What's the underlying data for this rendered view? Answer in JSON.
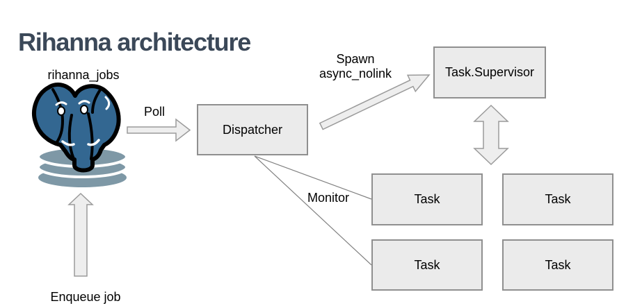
{
  "title": "Rihanna architecture",
  "diagram": {
    "database": {
      "label": "rihanna_jobs"
    },
    "dispatcher": {
      "label": "Dispatcher"
    },
    "supervisor": {
      "label": "Task.Supervisor"
    },
    "tasks": [
      {
        "label": "Task"
      },
      {
        "label": "Task"
      },
      {
        "label": "Task"
      },
      {
        "label": "Task"
      }
    ],
    "edges": {
      "poll": {
        "label": "Poll"
      },
      "spawn": {
        "line1": "Spawn",
        "line2": "async_nolink"
      },
      "monitor": {
        "label": "Monitor"
      },
      "enqueue": {
        "label": "Enqueue job"
      }
    }
  },
  "colors": {
    "title_text": "#3b4858",
    "node_fill": "#ebebeb",
    "node_border": "#8f8f8f",
    "arrow_fill": "#eeeeee",
    "arrow_stroke": "#9a9a9a",
    "connector_line": "#808080",
    "postgres_blue": "#336791",
    "cylinder_blue": "#7e98a6"
  }
}
